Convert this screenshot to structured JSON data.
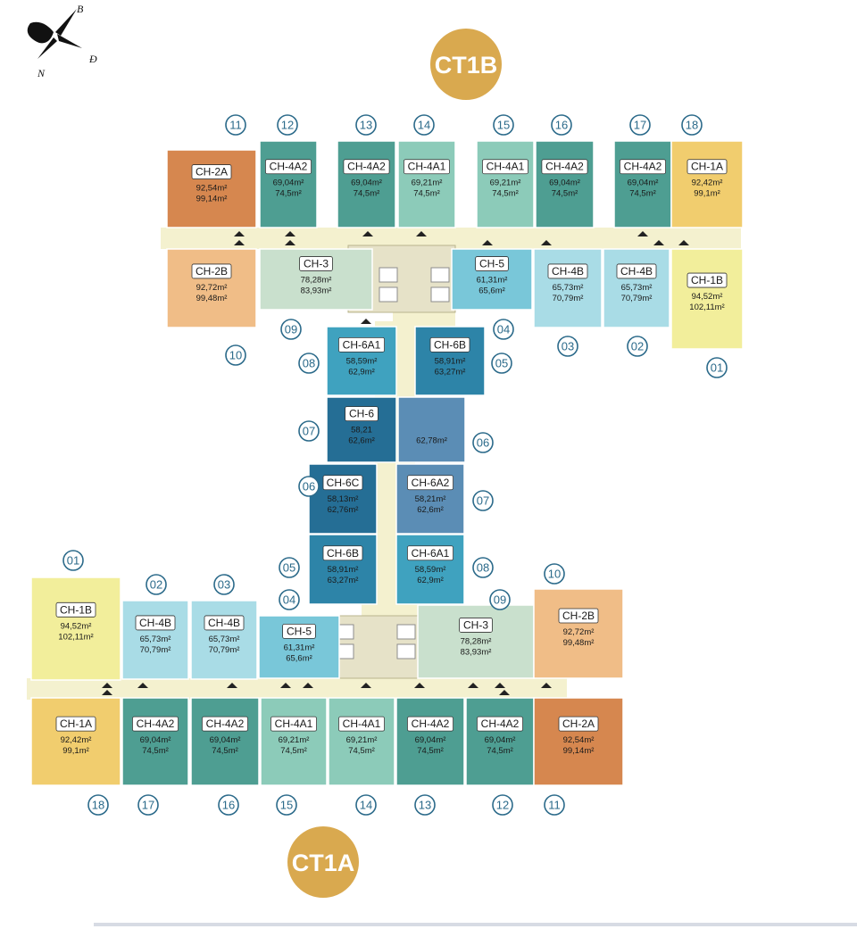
{
  "towers": {
    "top": "CT1B",
    "bottom": "CT1A"
  },
  "compass": {
    "north": "N",
    "south": "B",
    "east": "Đ"
  },
  "colors": {
    "corridor": "#f4f1cf",
    "core": "#e6e2c8",
    "CH-1A": "#f1cd6e",
    "CH-1B": "#f2ee9b",
    "CH-2A": "#d6874f",
    "CH-2B": "#f0bd87",
    "CH-3": "#c9e0cd",
    "CH-4A1": "#8ccbb9",
    "CH-4A2": "#4e9e92",
    "CH-4B": "#a9dce6",
    "CH-5": "#79c7d9",
    "CH-6A1": "#3fa2bf",
    "CH-6A2": "#5b8db5",
    "CH-6B": "#2d84a8",
    "CH-6C": "#256e95",
    "circle": "#2b6a8a",
    "tower_badge": "#d9a94f"
  },
  "apartments": [
    {
      "code": "CH-2A",
      "a1": "92,54m²",
      "a2": "99,14m²"
    },
    {
      "code": "CH-4A2",
      "a1": "69,04m²",
      "a2": "74,5m²"
    },
    {
      "code": "CH-4A2",
      "a1": "69,04m²",
      "a2": "74,5m²"
    },
    {
      "code": "CH-4A1",
      "a1": "69,21m²",
      "a2": "74,5m²"
    },
    {
      "code": "CH-4A1",
      "a1": "69,21m²",
      "a2": "74,5m²"
    },
    {
      "code": "CH-4A2",
      "a1": "69,04m²",
      "a2": "74,5m²"
    },
    {
      "code": "CH-4A2",
      "a1": "69,04m²",
      "a2": "74,5m²"
    },
    {
      "code": "CH-1A",
      "a1": "92,42m²",
      "a2": "99,1m²"
    },
    {
      "code": "CH-2B",
      "a1": "92,72m²",
      "a2": "99,48m²"
    },
    {
      "code": "CH-3",
      "a1": "78,28m²",
      "a2": "83,93m²"
    },
    {
      "code": "CH-5",
      "a1": "61,31m²",
      "a2": "65,6m²"
    },
    {
      "code": "CH-4B",
      "a1": "65,73m²",
      "a2": "70,79m²"
    },
    {
      "code": "CH-4B",
      "a1": "65,73m²",
      "a2": "70,79m²"
    },
    {
      "code": "CH-1B",
      "a1": "94,52m²",
      "a2": "102,11m²"
    },
    {
      "code": "CH-6A1",
      "a1": "58,59m²",
      "a2": "62,9m²"
    },
    {
      "code": "CH-6B",
      "a1": "58,91m²",
      "a2": "63,27m²"
    },
    {
      "code": "CH-6",
      "a1": "58,21",
      "a2": "62,6m²"
    },
    {
      "code": "",
      "a1": "",
      "a2": "62,78m²"
    },
    {
      "code": "CH-6C",
      "a1": "58,13m²",
      "a2": "62,76m²"
    },
    {
      "code": "CH-6A2",
      "a1": "58,21m²",
      "a2": "62,6m²"
    },
    {
      "code": "CH-6B",
      "a1": "58,91m²",
      "a2": "63,27m²"
    },
    {
      "code": "CH-6A1",
      "a1": "58,59m²",
      "a2": "62,9m²"
    },
    {
      "code": "CH-1B",
      "a1": "94,52m²",
      "a2": "102,11m²"
    },
    {
      "code": "CH-4B",
      "a1": "65,73m²",
      "a2": "70,79m²"
    },
    {
      "code": "CH-4B",
      "a1": "65,73m²",
      "a2": "70,79m²"
    },
    {
      "code": "CH-5",
      "a1": "61,31m²",
      "a2": "65,6m²"
    },
    {
      "code": "CH-3",
      "a1": "78,28m²",
      "a2": "83,93m²"
    },
    {
      "code": "CH-2B",
      "a1": "92,72m²",
      "a2": "99,48m²"
    },
    {
      "code": "CH-1A",
      "a1": "92,42m²",
      "a2": "99,1m²"
    },
    {
      "code": "CH-4A2",
      "a1": "69,04m²",
      "a2": "74,5m²"
    },
    {
      "code": "CH-4A2",
      "a1": "69,04m²",
      "a2": "74,5m²"
    },
    {
      "code": "CH-4A1",
      "a1": "69,21m²",
      "a2": "74,5m²"
    },
    {
      "code": "CH-4A1",
      "a1": "69,21m²",
      "a2": "74,5m²"
    },
    {
      "code": "CH-4A2",
      "a1": "69,04m²",
      "a2": "74,5m²"
    },
    {
      "code": "CH-4A2",
      "a1": "69,04m²",
      "a2": "74,5m²"
    },
    {
      "code": "CH-2A",
      "a1": "92,54m²",
      "a2": "99,14m²"
    }
  ],
  "unit_numbers": [
    "11",
    "12",
    "13",
    "14",
    "15",
    "16",
    "17",
    "18",
    "10",
    "09",
    "04",
    "03",
    "02",
    "01",
    "08",
    "05",
    "07",
    "06",
    "06",
    "07",
    "05",
    "08",
    "01",
    "02",
    "03",
    "04",
    "09",
    "10",
    "18",
    "17",
    "16",
    "15",
    "14",
    "13",
    "12",
    "11"
  ]
}
